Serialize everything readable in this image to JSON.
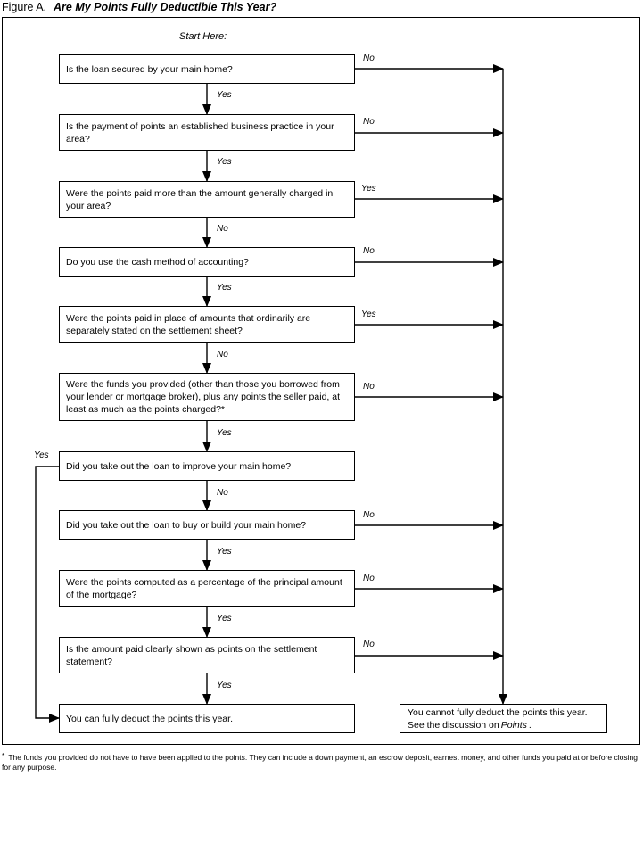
{
  "figure": {
    "label": "Figure A.",
    "title": "Are My Points Fully Deductible This Year?"
  },
  "start_label": "Start Here:",
  "questions": [
    {
      "text": "Is the loan secured by your main home?",
      "down": "Yes",
      "side": "No"
    },
    {
      "text": "Is the payment of points an established business practice in your area?",
      "down": "Yes",
      "side": "No"
    },
    {
      "text": "Were the points paid more than the amount generally charged in your area?",
      "down": "No",
      "side": "Yes"
    },
    {
      "text": "Do you use the cash method of accounting?",
      "down": "Yes",
      "side": "No"
    },
    {
      "text": "Were the points paid in place of amounts that ordinarily are separately stated on the settlement sheet?",
      "down": "No",
      "side": "Yes"
    },
    {
      "text": "Were the funds you provided (other than those you borrowed from your lender or mortgage broker), plus any points the seller paid, at least as much as the points charged?*",
      "down": "Yes",
      "side": "No"
    },
    {
      "text": "Did you take out the loan to improve your main home?",
      "down": "No",
      "left": "Yes"
    },
    {
      "text": "Did you take out the loan to buy or build your main home?",
      "down": "Yes",
      "side": "No"
    },
    {
      "text": "Were the points computed as a percentage of the principal amount of the mortgage?",
      "down": "Yes",
      "side": "No"
    },
    {
      "text": "Is the amount paid clearly shown as points on the settlement statement?",
      "down": "Yes",
      "side": "No"
    }
  ],
  "outcome_yes": "You can fully deduct the points this year.",
  "outcome_no": {
    "prefix": "You cannot fully deduct the points this year. See the discussion on",
    "emph": "Points",
    "suffix": "."
  },
  "footnote": {
    "marker": "*",
    "text": "The funds you provided do not have to have been applied to the points. They can include a down payment, an escrow deposit, earnest money, and other funds you paid at or before closing for any purpose."
  }
}
